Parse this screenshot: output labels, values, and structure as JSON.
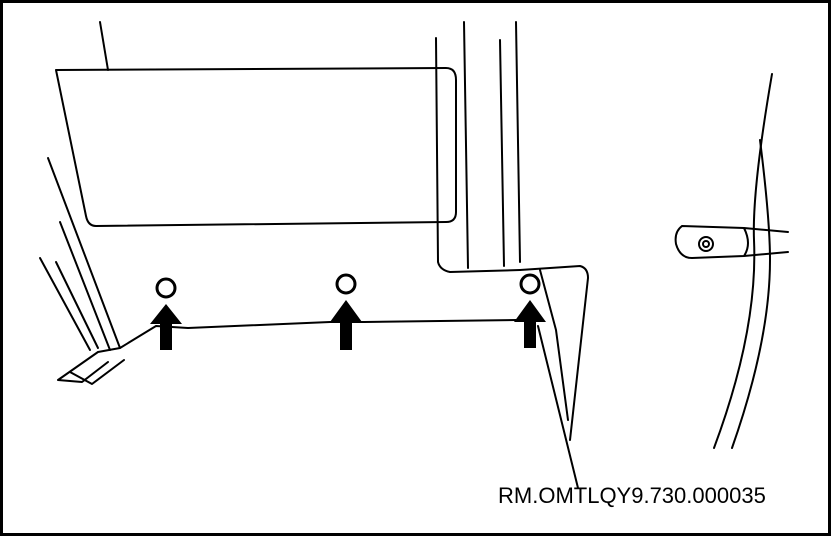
{
  "figure": {
    "reference_code": "RM.OMTLQY9.730.000035",
    "markers": [
      {
        "name": "hole-marker-left",
        "shape": "circle"
      },
      {
        "name": "hole-marker-middle",
        "shape": "circle"
      },
      {
        "name": "hole-marker-right",
        "shape": "circle"
      }
    ],
    "arrows": [
      {
        "name": "arrow-left",
        "direction": "up"
      },
      {
        "name": "arrow-middle",
        "direction": "up"
      },
      {
        "name": "arrow-right",
        "direction": "up"
      }
    ],
    "colors": {
      "line": "#000000",
      "background": "#ffffff"
    }
  }
}
